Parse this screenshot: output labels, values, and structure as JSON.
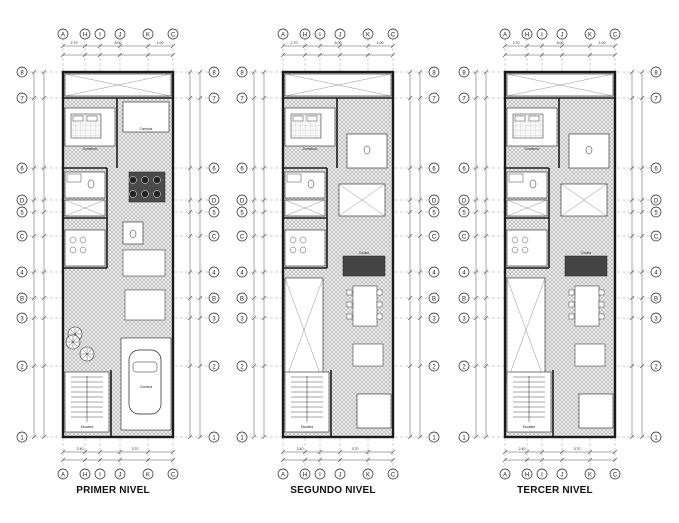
{
  "levels": [
    {
      "title": "PRIMER NIVEL",
      "col_labels_top": [
        "A",
        "H",
        "I",
        "J",
        "K",
        "C"
      ],
      "col_labels_bottom": [
        "A",
        "H",
        "I",
        "J",
        "K",
        "C"
      ],
      "row_labels": [
        "8",
        "7",
        "6",
        "D",
        "5",
        "C",
        "4",
        "B",
        "3",
        "2",
        "1"
      ],
      "dims_top": [
        "2.70",
        "6.00",
        "1.00"
      ],
      "dims_bottom": [
        "2.40",
        "3.70"
      ],
      "rooms": [
        "Dormitorio",
        "Comedor",
        "Cochera",
        "Escalera"
      ]
    },
    {
      "title": "SEGUNDO NIVEL",
      "col_labels_top": [
        "A",
        "H",
        "I",
        "J",
        "K",
        "C"
      ],
      "col_labels_bottom": [
        "A",
        "H",
        "I",
        "J",
        "K",
        "C"
      ],
      "row_labels": [
        "8",
        "7",
        "6",
        "D",
        "5",
        "C",
        "4",
        "B",
        "3",
        "2",
        "1"
      ],
      "dims_top": [
        "2.70",
        "6.00",
        "1.00"
      ],
      "dims_bottom": [
        "2.40",
        "3.70"
      ],
      "rooms": [
        "Dormitorio",
        "Cocina",
        "Escalera"
      ]
    },
    {
      "title": "TERCER NIVEL",
      "col_labels_top": [
        "A",
        "H",
        "I",
        "J",
        "K",
        "C"
      ],
      "col_labels_bottom": [
        "A",
        "H",
        "I",
        "J",
        "K",
        "C"
      ],
      "row_labels": [
        "8",
        "7",
        "6",
        "D",
        "5",
        "C",
        "4",
        "B",
        "3",
        "2",
        "1"
      ],
      "dims_top": [
        "2.70",
        "6.00",
        "1.00"
      ],
      "dims_bottom": [
        "2.40",
        "3.70"
      ],
      "rooms": [
        "Dormitorio",
        "Cocina",
        "Escalera"
      ]
    }
  ],
  "colors": {
    "line": "#222222",
    "wall": "#1a1a1a",
    "floor_tile": "#cfcfcf",
    "dim": "#555555"
  }
}
